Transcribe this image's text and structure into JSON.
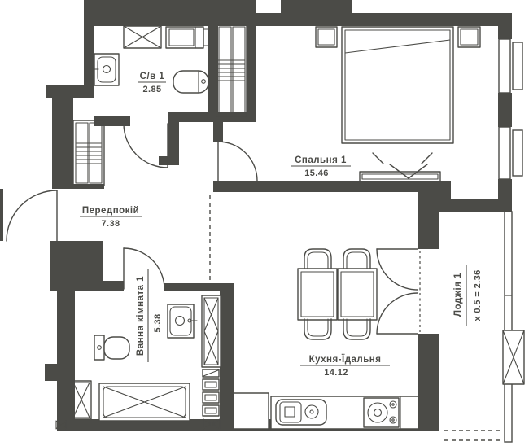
{
  "plan": {
    "type": "apartment-floor-plan",
    "language": "uk"
  },
  "rooms": {
    "wc": {
      "name": "С/в 1",
      "area": "2.85"
    },
    "bedroom": {
      "name": "Спальня 1",
      "area": "15.46"
    },
    "hallway": {
      "name": "Передпокій",
      "area": "7.38"
    },
    "bathroom": {
      "name": "Ванна кімната 1",
      "area": "5.38"
    },
    "kitchen": {
      "name": "Кухня-Їдальня",
      "area": "14.12"
    },
    "loggia": {
      "name": "Лоджія 1",
      "area": "х 0.5 = 2.36"
    }
  },
  "colors": {
    "wall": "#4b4b47",
    "background": "#ffffff"
  },
  "icons": [
    "bed-icon",
    "nightstand-icon",
    "tv-bench-icon",
    "dining-table-icon",
    "chair-icon",
    "kitchen-counter-icon",
    "kitchen-sink-icon",
    "stove-icon",
    "tall-cabinet-icon",
    "drawers-icon",
    "bathtub-icon",
    "toilet-icon",
    "washbasin-icon",
    "washing-machine-icon",
    "wardrobe-icon",
    "vent-shaft-icon",
    "air-conditioner-icon",
    "door-swing-icon",
    "window-icon"
  ]
}
